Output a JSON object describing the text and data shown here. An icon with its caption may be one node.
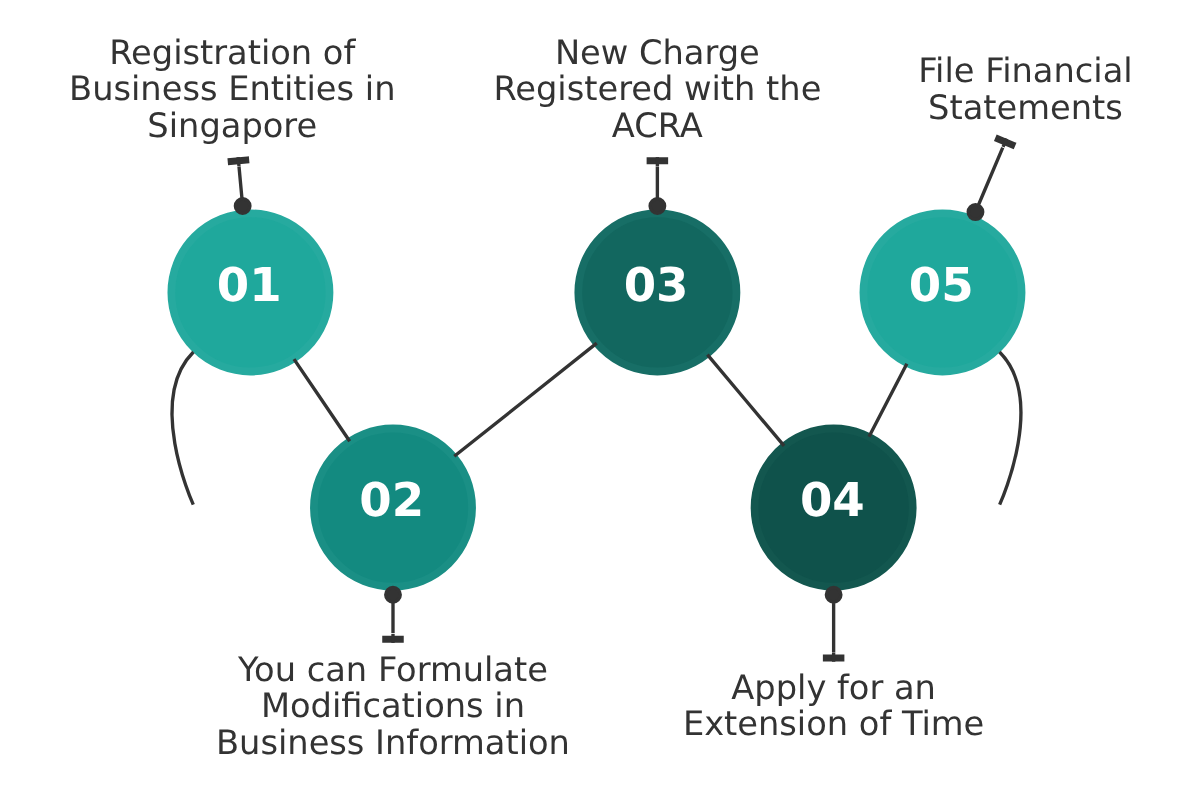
{
  "diagram": {
    "nodes": [
      {
        "text": [
          "Registration of Business Entities in Singapore"
        ]
      },
      {
        "text": [
          "01"
        ]
      },
      {
        "text": [
          "02"
        ]
      },
      {
        "text": [
          "You can Formulate Modifications in Business Information"
        ]
      },
      {
        "text": [
          "New Charge Registered with the ACRA"
        ]
      },
      {
        "text": [
          "03"
        ]
      },
      {
        "text": [
          "04"
        ]
      },
      {
        "text": [
          "Apply for an Extension of Time"
        ]
      },
      {
        "text": [
          "File Financial Statements"
        ]
      },
      {
        "text": [
          "05"
        ]
      }
    ],
    "edges": [
      {
        "from": 0,
        "to": 1,
        "arrow": "other"
      },
      {
        "from": null,
        "to": 1,
        "arrow": "none"
      },
      {
        "from": 1,
        "to": 2,
        "arrow": "none"
      },
      {
        "from": 2,
        "to": 3,
        "arrow": "other"
      },
      {
        "from": 2,
        "to": 5,
        "arrow": "none"
      },
      {
        "from": 4,
        "to": 5,
        "arrow": "other"
      },
      {
        "from": 5,
        "to": 6,
        "arrow": "none"
      },
      {
        "from": 6,
        "to": 7,
        "arrow": "other"
      },
      {
        "from": 6,
        "to": 9,
        "arrow": "none"
      },
      {
        "from": 8,
        "to": 9,
        "arrow": "other"
      },
      {
        "from": 9,
        "to": null,
        "arrow": "none"
      }
    ]
  }
}
